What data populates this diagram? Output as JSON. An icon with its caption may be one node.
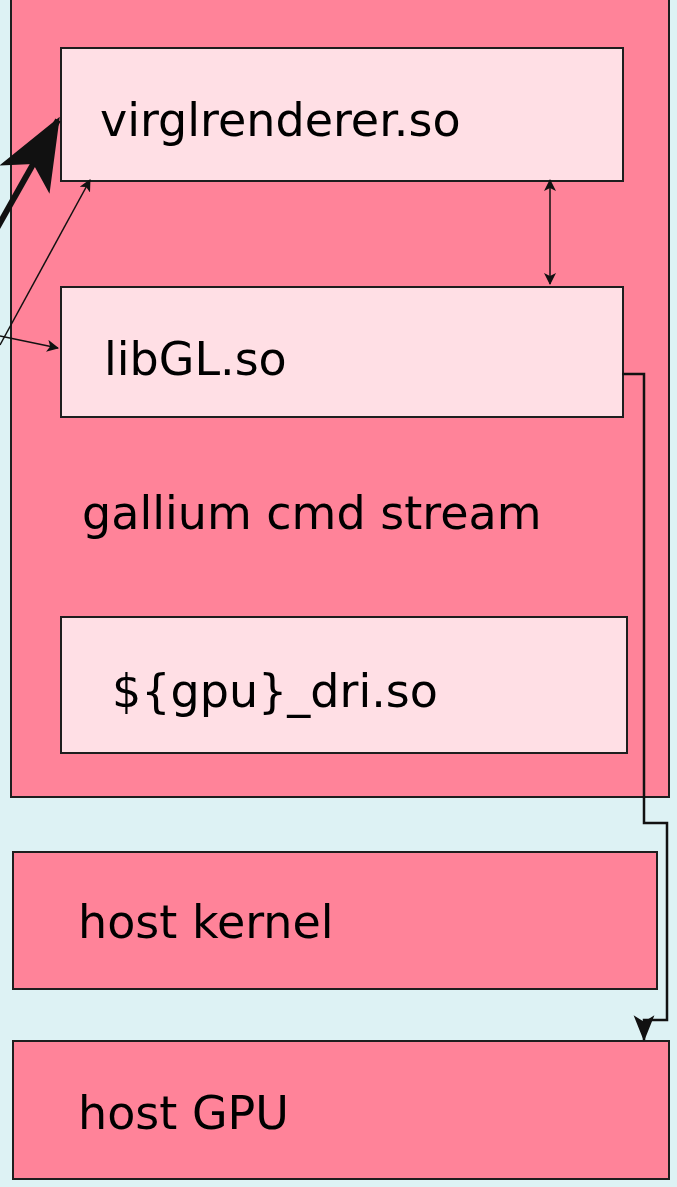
{
  "diagram": {
    "nodes": [
      {
        "text": [
          "gallium cmd stream"
        ]
      },
      {
        "text": [
          "virglrenderer.so"
        ],
        "in": 0
      },
      {
        "text": [
          "libGL.so"
        ],
        "in": 0
      },
      {
        "text": [
          "${gpu}_dri.so"
        ],
        "in": 0
      },
      {
        "text": [
          "host kernel"
        ]
      },
      {
        "text": [
          "host GPU"
        ]
      }
    ],
    "edges": [
      {
        "from": null,
        "to": 1,
        "arrow": "to",
        "style": "thick"
      },
      {
        "from": null,
        "to": 1,
        "arrow": "to"
      },
      {
        "from": null,
        "to": 2,
        "arrow": "to"
      },
      {
        "from": 1,
        "to": 2,
        "arrow": "both"
      },
      {
        "from": 2,
        "to": 5,
        "arrow": "to"
      }
    ]
  }
}
